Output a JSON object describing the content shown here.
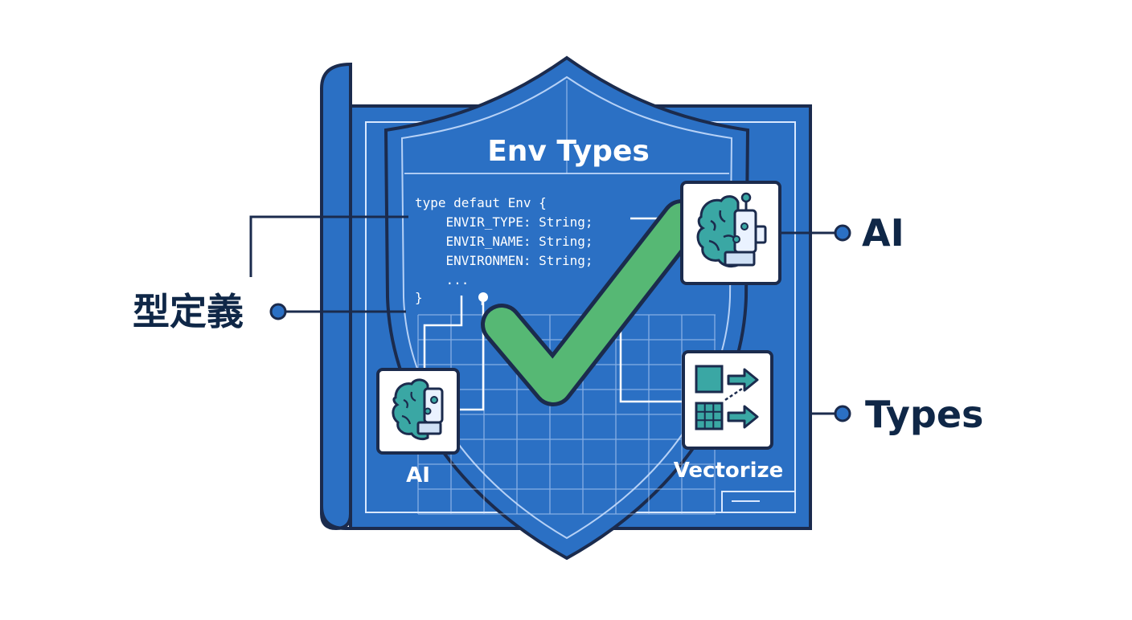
{
  "diagram": {
    "title": "Env Types",
    "code_lines": [
      "type defaut Env {",
      "    ENVIR_TYPE: String;",
      "    ENVIR_NAME: String;",
      "    ENVIRONMEN: String;",
      "    ...",
      "}"
    ],
    "inner_labels": {
      "ai": "AI",
      "vectorize": "Vectorize"
    },
    "callouts": {
      "type_definition": "型定義",
      "ai": "AI",
      "types": "Types"
    },
    "colors": {
      "blueprint": "#2b70c4",
      "outline": "#1b2b4d",
      "check": "#56b874",
      "teal": "#3aa7a4",
      "navy_text": "#0f2747"
    }
  }
}
